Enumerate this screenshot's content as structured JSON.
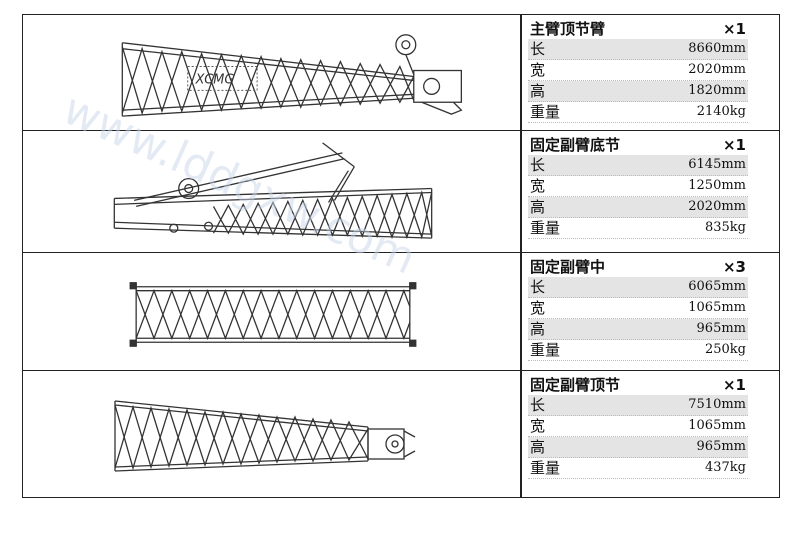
{
  "sections": [
    {
      "title": "主臂顶节臂",
      "qty": "×1",
      "rows": [
        {
          "key": "长",
          "value": "8660mm"
        },
        {
          "key": "宽",
          "value": "2020mm"
        },
        {
          "key": "高",
          "value": "1820mm"
        },
        {
          "key": "重量",
          "value": "2140kg"
        }
      ]
    },
    {
      "title": "固定副臂底节",
      "qty": "×1",
      "rows": [
        {
          "key": "长",
          "value": "6145mm"
        },
        {
          "key": "宽",
          "value": "1250mm"
        },
        {
          "key": "高",
          "value": "2020mm"
        },
        {
          "key": "重量",
          "value": "835kg"
        }
      ]
    },
    {
      "title": "固定副臂中",
      "qty": "×3",
      "rows": [
        {
          "key": "长",
          "value": "6065mm"
        },
        {
          "key": "宽",
          "value": "1065mm"
        },
        {
          "key": "高",
          "value": "965mm"
        },
        {
          "key": "重量",
          "value": "250kg"
        }
      ]
    },
    {
      "title": "固定副臂顶节",
      "qty": "×1",
      "rows": [
        {
          "key": "长",
          "value": "7510mm"
        },
        {
          "key": "宽",
          "value": "1065mm"
        },
        {
          "key": "高",
          "value": "965mm"
        },
        {
          "key": "重量",
          "value": "437kg"
        }
      ]
    }
  ],
  "logo_text": "XCMG",
  "watermark": "www.lddgxw.com"
}
